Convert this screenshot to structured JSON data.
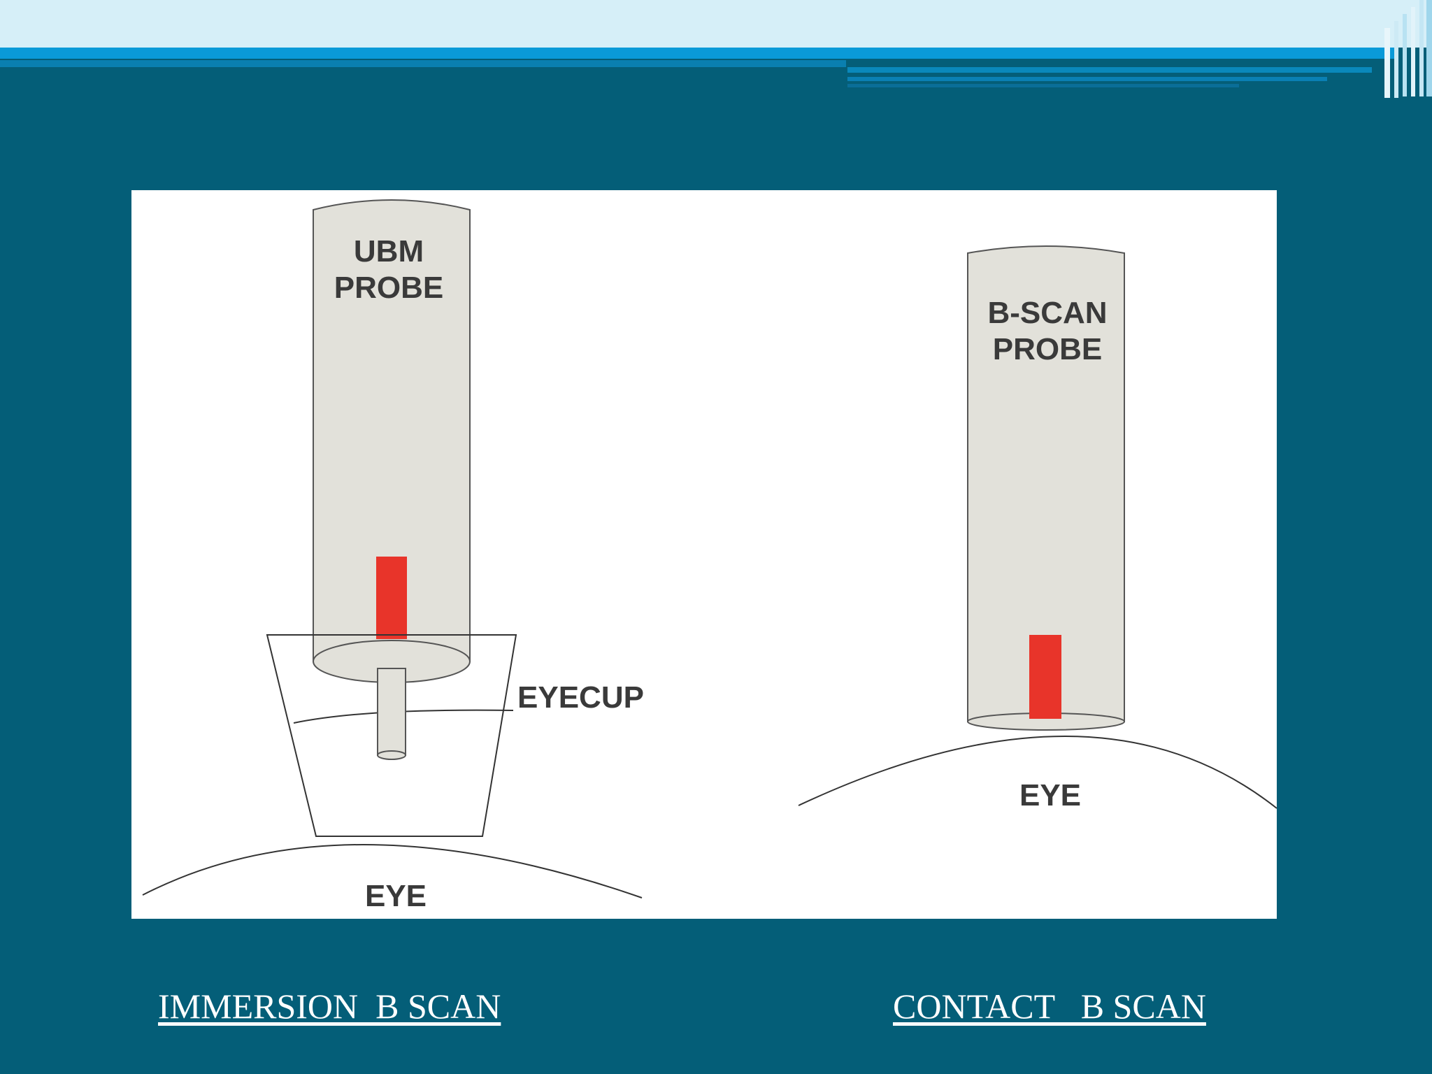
{
  "slide": {
    "colors": {
      "background": "#045e78",
      "top_band": "#d6eff8",
      "accent_bar": "#0a9ad8",
      "probe_fill": "#e2e1da",
      "transducer": "#e8342a"
    }
  },
  "diagram": {
    "left": {
      "probe_label_line1": "UBM",
      "probe_label_line2": "PROBE",
      "eyecup_label": "EYECUP",
      "eye_label": "EYE"
    },
    "right": {
      "probe_label_line1": "B-SCAN",
      "probe_label_line2": "PROBE",
      "eye_label": "EYE"
    }
  },
  "captions": {
    "left": "IMMERSION  B SCAN",
    "right": "CONTACT   B SCAN"
  }
}
